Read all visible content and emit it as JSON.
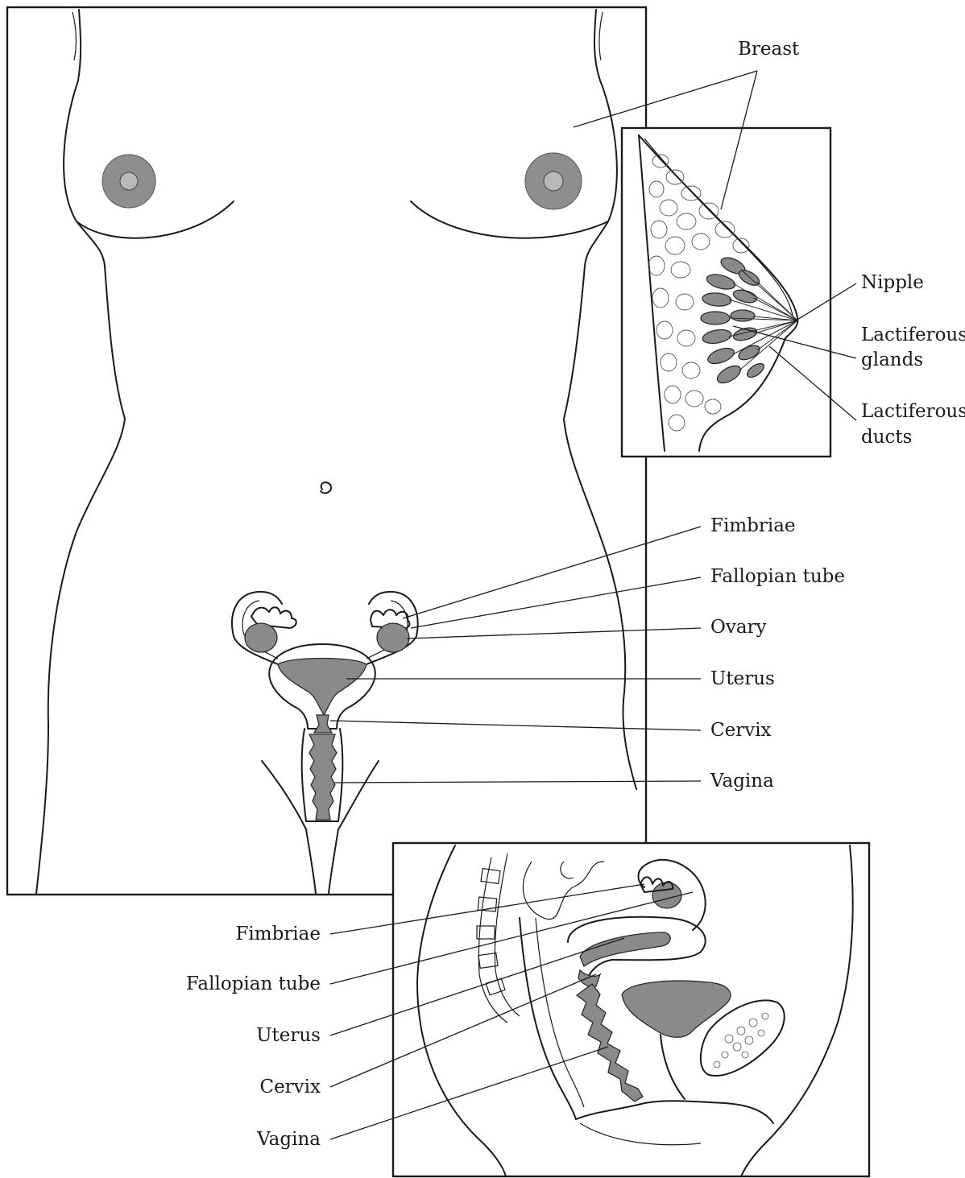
{
  "breast_inset": {
    "labels": {
      "breast": "Breast",
      "nipple": "Nipple",
      "lactiferous_glands_1": "Lactiferous",
      "lactiferous_glands_2": "glands",
      "lactiferous_ducts_1": "Lactiferous",
      "lactiferous_ducts_2": "ducts"
    }
  },
  "front_view": {
    "labels": {
      "fimbriae": "Fimbriae",
      "fallopian_tube": "Fallopian tube",
      "ovary": "Ovary",
      "uterus": "Uterus",
      "cervix": "Cervix",
      "vagina": "Vagina"
    }
  },
  "side_view": {
    "labels": {
      "fimbriae": "Fimbriae",
      "fallopian_tube": "Fallopian tube",
      "uterus": "Uterus",
      "cervix": "Cervix",
      "vagina": "Vagina"
    }
  }
}
